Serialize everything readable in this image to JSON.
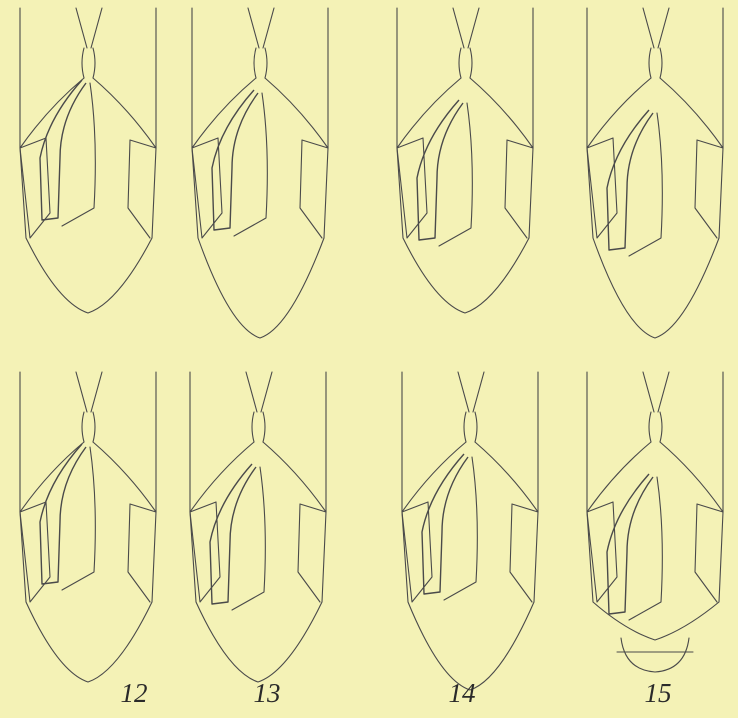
{
  "plate": {
    "background": "#f4f2b6",
    "line_color": "#4a4a4a",
    "figures": [
      {
        "id": "fig-12",
        "label": "12"
      },
      {
        "id": "fig-13",
        "label": "13"
      },
      {
        "id": "fig-14",
        "label": "14"
      },
      {
        "id": "fig-15",
        "label": "15"
      }
    ]
  }
}
